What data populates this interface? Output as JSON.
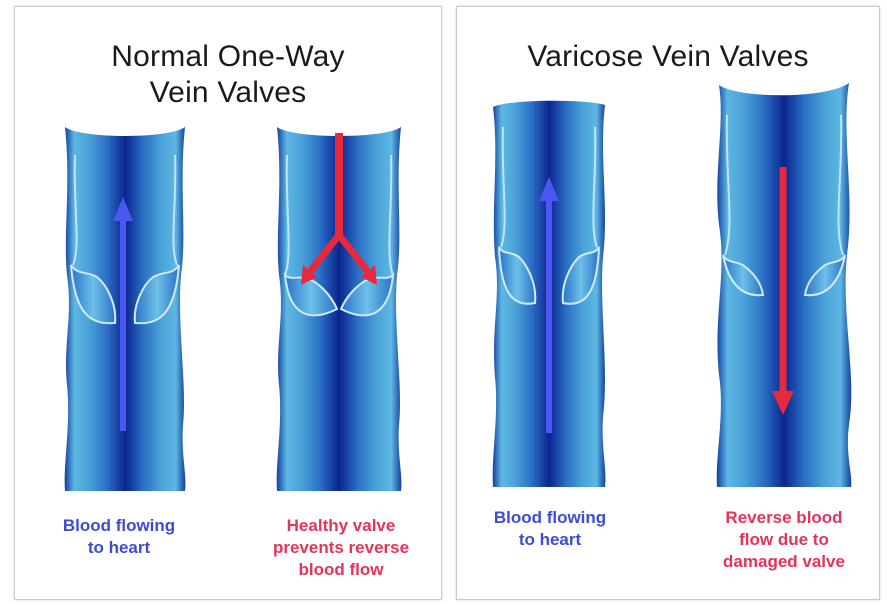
{
  "panels": {
    "normal": {
      "title_line1": "Normal One-Way",
      "title_line2": "Vein Valves",
      "left_caption": [
        "Blood flowing",
        "to heart"
      ],
      "right_caption": [
        "Healthy valve",
        "prevents reverse",
        "blood flow"
      ]
    },
    "varicose": {
      "title": "Varicose Vein Valves",
      "left_caption": [
        "Blood flowing",
        "to heart"
      ],
      "right_caption": [
        "Reverse blood",
        "flow due to",
        "damaged valve"
      ]
    }
  },
  "colors": {
    "vein_dark": "#0d2a8a",
    "vein_light": "#5bb3e0",
    "up_arrow": "#4b57f0",
    "down_arrow": "#e8283d",
    "caption_blue": "#3d4bd8",
    "caption_red": "#e5345a"
  },
  "flows": {
    "normal_left": "up",
    "normal_right": "blocked",
    "varicose_left": "up",
    "varicose_right": "down"
  }
}
